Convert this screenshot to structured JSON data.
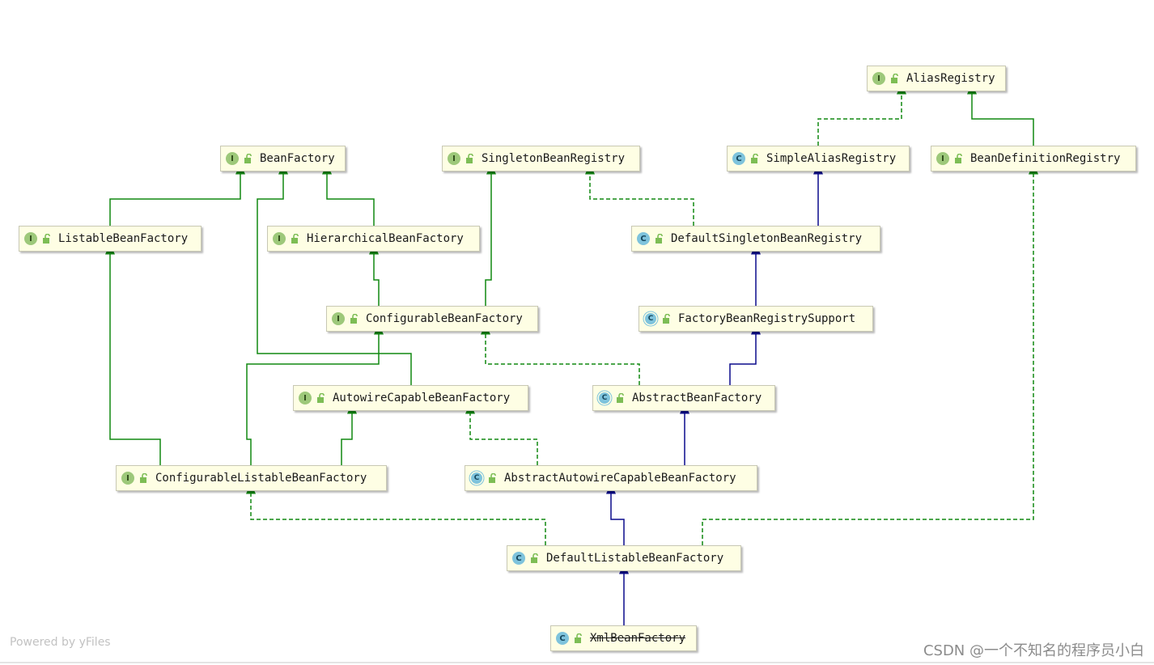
{
  "diagram": {
    "nodes": [
      {
        "id": "alias",
        "kind": "interface",
        "badge": "I",
        "label": "AliasRegistry"
      },
      {
        "id": "beanfactory",
        "kind": "interface",
        "badge": "I",
        "label": "BeanFactory"
      },
      {
        "id": "singletonreg",
        "kind": "interface",
        "badge": "I",
        "label": "SingletonBeanRegistry"
      },
      {
        "id": "simplealias",
        "kind": "class",
        "badge": "C",
        "label": "SimpleAliasRegistry"
      },
      {
        "id": "beandefreg",
        "kind": "interface",
        "badge": "I",
        "label": "BeanDefinitionRegistry"
      },
      {
        "id": "listable",
        "kind": "interface",
        "badge": "I",
        "label": "ListableBeanFactory"
      },
      {
        "id": "hierarchical",
        "kind": "interface",
        "badge": "I",
        "label": "HierarchicalBeanFactory"
      },
      {
        "id": "defsingleton",
        "kind": "class",
        "badge": "C",
        "label": "DefaultSingletonBeanRegistry"
      },
      {
        "id": "configurable",
        "kind": "interface",
        "badge": "I",
        "label": "ConfigurableBeanFactory"
      },
      {
        "id": "fbrsupport",
        "kind": "abstract",
        "badge": "C",
        "label": "FactoryBeanRegistrySupport"
      },
      {
        "id": "autowirecap",
        "kind": "interface",
        "badge": "I",
        "label": "AutowireCapableBeanFactory"
      },
      {
        "id": "abstractbf",
        "kind": "abstract",
        "badge": "C",
        "label": "AbstractBeanFactory"
      },
      {
        "id": "conflistable",
        "kind": "interface",
        "badge": "I",
        "label": "ConfigurableListableBeanFactory"
      },
      {
        "id": "absautowire",
        "kind": "abstract",
        "badge": "C",
        "label": "AbstractAutowireCapableBeanFactory"
      },
      {
        "id": "deflistable",
        "kind": "class",
        "badge": "C",
        "label": "DefaultListableBeanFactory"
      },
      {
        "id": "xmlbf",
        "kind": "class",
        "badge": "C",
        "label": "XmlBeanFactory",
        "deprecated": true
      }
    ],
    "edges": [
      {
        "from": "simplealias",
        "to": "alias",
        "type": "implements"
      },
      {
        "from": "beandefreg",
        "to": "alias",
        "type": "interface-extends"
      },
      {
        "from": "listable",
        "to": "beanfactory",
        "type": "interface-extends"
      },
      {
        "from": "hierarchical",
        "to": "beanfactory",
        "type": "interface-extends"
      },
      {
        "from": "autowirecap",
        "to": "beanfactory",
        "type": "interface-extends"
      },
      {
        "from": "configurable",
        "to": "hierarchical",
        "type": "interface-extends"
      },
      {
        "from": "configurable",
        "to": "singletonreg",
        "type": "interface-extends"
      },
      {
        "from": "defsingleton",
        "to": "singletonreg",
        "type": "implements"
      },
      {
        "from": "defsingleton",
        "to": "simplealias",
        "type": "extends"
      },
      {
        "from": "fbrsupport",
        "to": "defsingleton",
        "type": "extends"
      },
      {
        "from": "abstractbf",
        "to": "fbrsupport",
        "type": "extends"
      },
      {
        "from": "abstractbf",
        "to": "configurable",
        "type": "implements"
      },
      {
        "from": "conflistable",
        "to": "listable",
        "type": "interface-extends"
      },
      {
        "from": "conflistable",
        "to": "configurable",
        "type": "interface-extends"
      },
      {
        "from": "conflistable",
        "to": "autowirecap",
        "type": "interface-extends"
      },
      {
        "from": "absautowire",
        "to": "abstractbf",
        "type": "extends"
      },
      {
        "from": "absautowire",
        "to": "autowirecap",
        "type": "implements"
      },
      {
        "from": "deflistable",
        "to": "absautowire",
        "type": "extends"
      },
      {
        "from": "deflistable",
        "to": "conflistable",
        "type": "implements"
      },
      {
        "from": "deflistable",
        "to": "beandefreg",
        "type": "implements"
      },
      {
        "from": "xmlbf",
        "to": "deflistable",
        "type": "extends"
      }
    ],
    "colors": {
      "interface_edge": "#118811",
      "class_edge": "#0b0b8c",
      "node_fill": "#fefee4",
      "interface_badge": "#9dc87a",
      "class_badge": "#7ec3dc",
      "lock_icon": "#7dbd55"
    }
  },
  "footer": {
    "powered_by": "Powered by yFiles",
    "watermark": "CSDN @一个不知名的程序员小白"
  }
}
